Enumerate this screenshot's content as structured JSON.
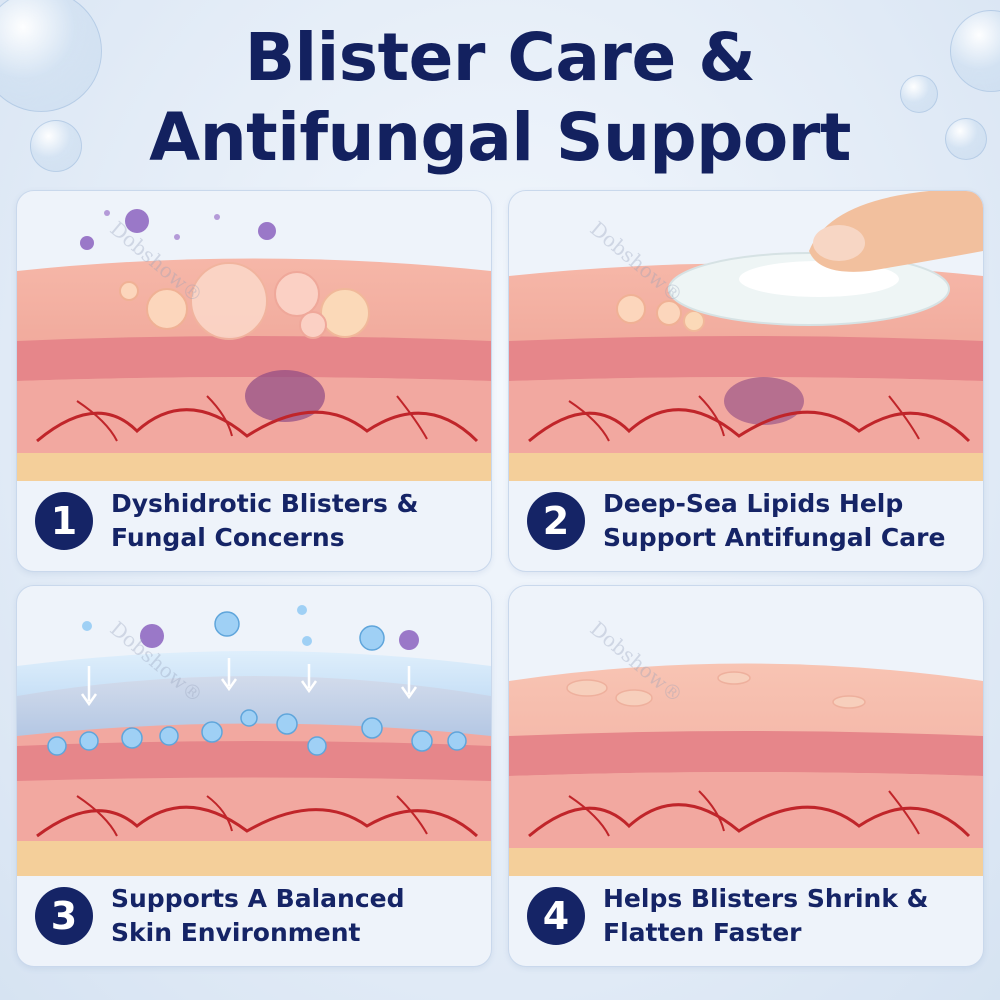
{
  "title": {
    "line1": "Blister Care &",
    "line2": "Antifungal Support"
  },
  "panels": [
    {
      "number": "1",
      "line1": "Dyshidrotic Blisters &",
      "line2": "Fungal Concerns"
    },
    {
      "number": "2",
      "line1": "Deep-Sea Lipids Help",
      "line2": "Support Antifungal Care"
    },
    {
      "number": "3",
      "line1": "Supports A Balanced",
      "line2": "Skin Environment"
    },
    {
      "number": "4",
      "line1": "Helps Blisters Shrink &",
      "line2": "Flatten Faster"
    }
  ],
  "watermark": "Dobshow®",
  "colors": {
    "navy": "#152466",
    "skin": "#f0a898",
    "vessel": "#c0252a",
    "fat": "#f4cf9a"
  }
}
